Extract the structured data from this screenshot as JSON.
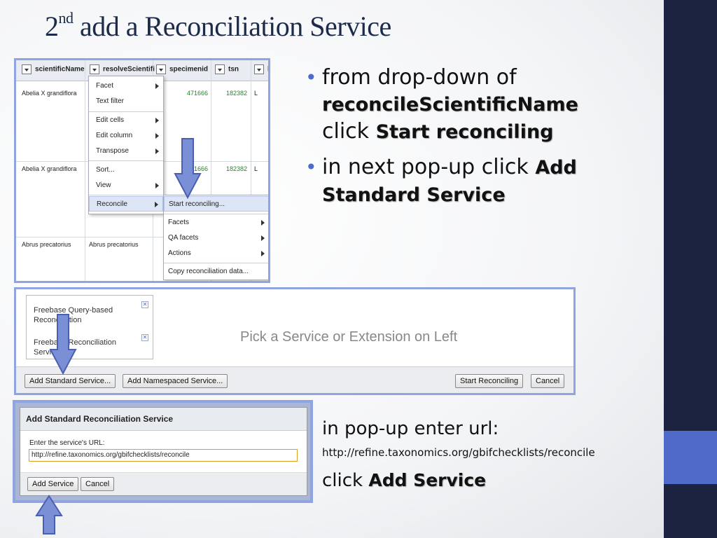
{
  "slide": {
    "title_prefix": "2",
    "title_sup": "nd",
    "title_rest": " add a Reconciliation Service",
    "colors": {
      "sidebar": "#1c2340",
      "accent": "#4f6ac8",
      "arrow": "#7a8fd6"
    }
  },
  "bullets": [
    {
      "text1": "from drop-down of",
      "bold1": "reconcileScientificName",
      "text2": "click ",
      "bold2": "Start reconciling"
    },
    {
      "text1": "in next pop-up click ",
      "bold1": "Add Standard Service"
    }
  ],
  "grid": {
    "columns": [
      "scientificName",
      "resolveScientifi",
      "specimenid",
      "tsn",
      "b"
    ],
    "rows": [
      {
        "scientificName": "Abelia X grandiflora",
        "resolve": "",
        "specimenid": "471666",
        "tsn": "182382",
        "b": "L"
      },
      {
        "scientificName": "Abelia X grandiflora",
        "resolve": "",
        "specimenid": "471666",
        "tsn": "182382",
        "b": "L"
      },
      {
        "scientificName": "Abrus precatorius",
        "resolve": "Abrus precatorius",
        "specimenid": "",
        "tsn": "",
        "b": ""
      }
    ]
  },
  "column_menu": [
    "Facet",
    "Text filter",
    "Edit cells",
    "Edit column",
    "Transpose",
    "Sort...",
    "View",
    "Reconcile"
  ],
  "reconcile_submenu": [
    "Start reconciling...",
    "Facets",
    "QA facets",
    "Actions",
    "Copy reconciliation data..."
  ],
  "service_dialog": {
    "services": [
      "Freebase Query-based Reconciliation",
      "Freebase Reconciliation Service"
    ],
    "placeholder_text": "Pick a Service or Extension on Left",
    "add_standard": "Add Standard Service...",
    "add_namespaced": "Add Namespaced Service...",
    "start": "Start Reconciling",
    "cancel": "Cancel"
  },
  "add_dialog": {
    "title": "Add Standard Reconciliation Service",
    "label": "Enter the service's URL:",
    "url_value": "http://refine.taxonomics.org/gbifchecklists/reconcile",
    "add": "Add Service",
    "cancel": "Cancel"
  },
  "notes": {
    "line1": "in pop-up enter url:",
    "url": "http://refine.taxonomics.org/gbifchecklists/reconcile",
    "click_prefix": "click ",
    "click_bold": "Add Service"
  }
}
